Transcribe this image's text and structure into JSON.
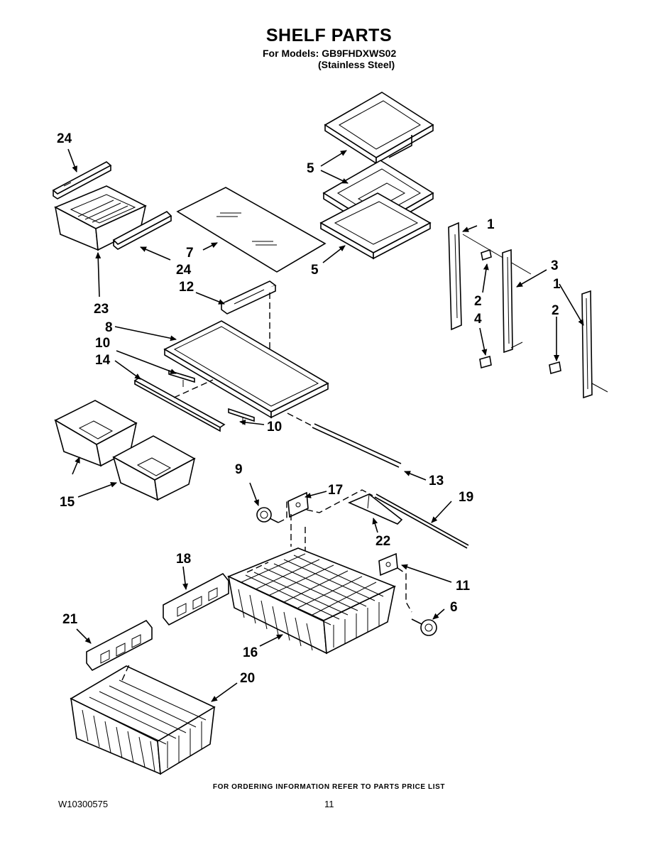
{
  "header": {
    "title": "SHELF PARTS",
    "models_line": "For Models: GB9FHDXWS02",
    "finish_line": "(Stainless Steel)"
  },
  "callouts": [
    "24",
    "5",
    "5",
    "7",
    "24",
    "23",
    "12",
    "8",
    "10",
    "14",
    "10",
    "15",
    "1",
    "2",
    "3",
    "1",
    "2",
    "4",
    "9",
    "17",
    "19",
    "13",
    "22",
    "18",
    "11",
    "6",
    "21",
    "16",
    "20"
  ],
  "footer": {
    "ordering_note": "FOR ORDERING INFORMATION REFER TO PARTS PRICE LIST",
    "document_number": "W10300575",
    "page_number": "11"
  }
}
